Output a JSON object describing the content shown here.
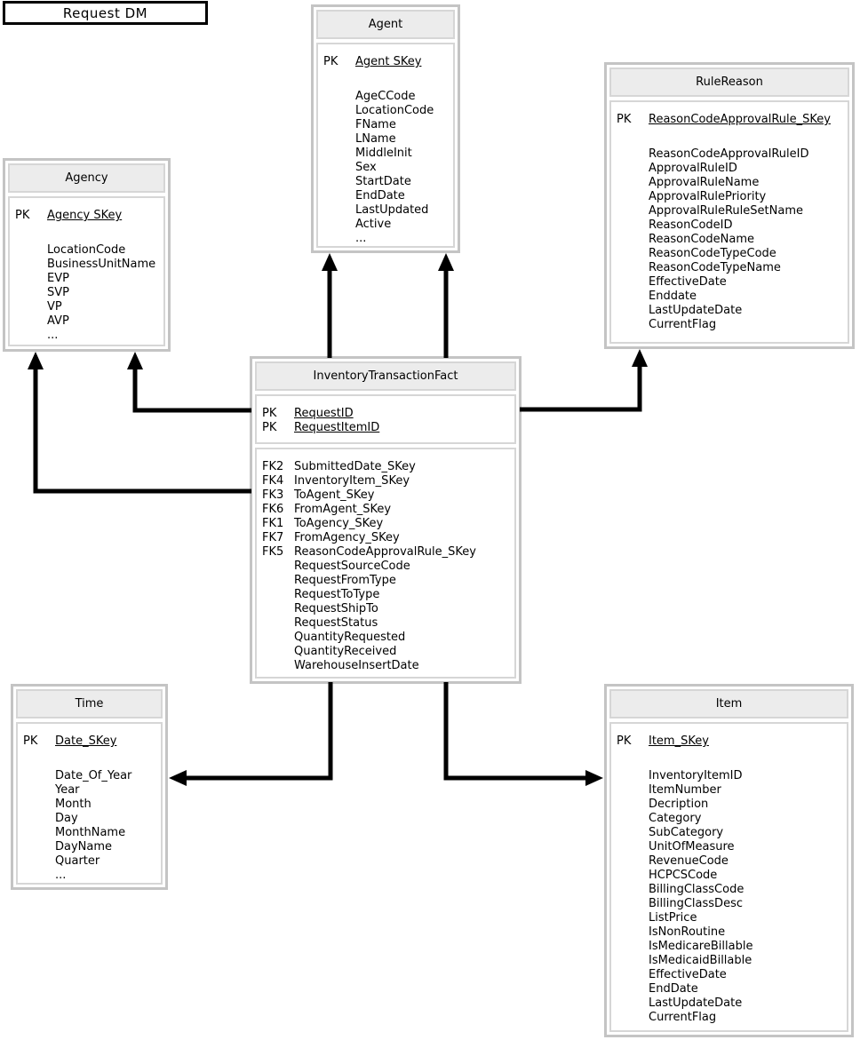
{
  "diagram_title": "Request DM",
  "colors": {
    "header_bg": "#ececec",
    "entity_border": "#c4c4c4",
    "connector": "#000000"
  },
  "entities": {
    "agent": {
      "title": "Agent",
      "rows": [
        {
          "k": "PK",
          "v": "Agent SKey",
          "u": true
        },
        "",
        "AgeCCode",
        "LocationCode",
        "FName",
        "LName",
        "MiddleInit",
        "Sex",
        "StartDate",
        "EndDate",
        "LastUpdated",
        "Active",
        "..."
      ]
    },
    "rule_reason": {
      "title": "RuleReason",
      "rows": [
        {
          "k": "PK",
          "v": "ReasonCodeApprovalRule_SKey",
          "u": true
        },
        "",
        "ReasonCodeApprovalRuleID",
        "ApprovalRuleID",
        "ApprovalRuleName",
        "ApprovalRulePriority",
        "ApprovalRuleRuleSetName",
        "ReasonCodeID",
        "ReasonCodeName",
        "ReasonCodeTypeCode",
        "ReasonCodeTypeName",
        "EffectiveDate",
        "Enddate",
        "LastUpdateDate",
        "CurrentFlag"
      ]
    },
    "agency": {
      "title": "Agency",
      "rows": [
        {
          "k": "PK",
          "v": "Agency SKey",
          "u": true
        },
        "",
        "LocationCode",
        "BusinessUnitName",
        "EVP",
        "SVP",
        "VP",
        "AVP",
        "..."
      ]
    },
    "fact": {
      "title": "InventoryTransactionFact",
      "pk_rows": [
        {
          "k": "PK",
          "v": "RequestID",
          "u": true
        },
        {
          "k": "PK",
          "v": "RequestItemID",
          "u": true
        }
      ],
      "rows": [
        {
          "k": "FK2",
          "v": "SubmittedDate_SKey"
        },
        {
          "k": "FK4",
          "v": "InventoryItem_SKey"
        },
        {
          "k": "FK3",
          "v": "ToAgent_SKey"
        },
        {
          "k": "FK6",
          "v": "FromAgent_SKey"
        },
        {
          "k": "FK1",
          "v": "ToAgency_SKey"
        },
        {
          "k": "FK7",
          "v": "FromAgency_SKey"
        },
        {
          "k": "FK5",
          "v": "ReasonCodeApprovalRule_SKey"
        },
        "RequestSourceCode",
        "RequestFromType",
        "RequestToType",
        "RequestShipTo",
        "RequestStatus",
        "QuantityRequested",
        "QuantityReceived",
        "WarehouseInsertDate"
      ]
    },
    "time": {
      "title": "Time",
      "rows": [
        {
          "k": "PK",
          "v": "Date_SKey",
          "u": true
        },
        "",
        "Date_Of_Year",
        "Year",
        "Month",
        "Day",
        "MonthName",
        "DayName",
        "Quarter",
        "..."
      ]
    },
    "item": {
      "title": "Item",
      "rows": [
        {
          "k": "PK",
          "v": "Item_SKey",
          "u": true
        },
        "",
        "InventoryItemID",
        "ItemNumber",
        "Decription",
        "Category",
        "SubCategory",
        "UnitOfMeasure",
        "RevenueCode",
        "HCPCSCode",
        "BillingClassCode",
        "BillingClassDesc",
        "ListPrice",
        "IsNonRoutine",
        "IsMedicareBillable",
        "IsMedicaidBillable",
        "EffectiveDate",
        "EndDate",
        "LastUpdateDate",
        "CurrentFlag"
      ]
    }
  },
  "relationships": [
    {
      "from": "InventoryTransactionFact",
      "to": "Agent"
    },
    {
      "from": "InventoryTransactionFact",
      "to": "Agent"
    },
    {
      "from": "InventoryTransactionFact",
      "to": "Agency"
    },
    {
      "from": "InventoryTransactionFact",
      "to": "Agency"
    },
    {
      "from": "InventoryTransactionFact",
      "to": "RuleReason"
    },
    {
      "from": "InventoryTransactionFact",
      "to": "Time"
    },
    {
      "from": "InventoryTransactionFact",
      "to": "Item"
    }
  ]
}
